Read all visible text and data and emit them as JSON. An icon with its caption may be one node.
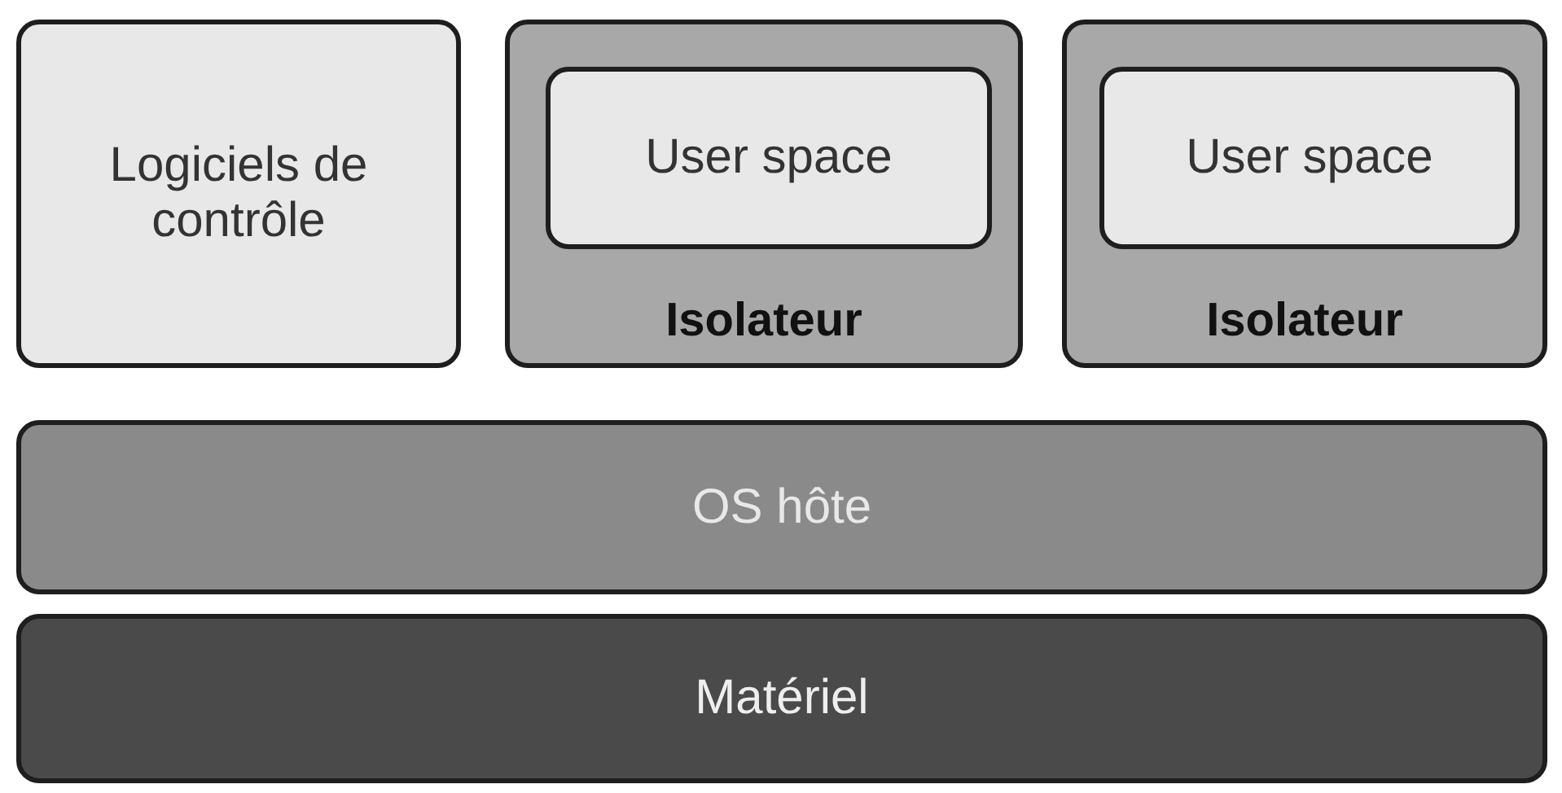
{
  "diagram": {
    "nodes": [
      {
        "text": [
          "Logiciels de contrôle"
        ]
      },
      {
        "text": [
          "Isolateur"
        ]
      },
      {
        "text": [
          "User space"
        ],
        "in": 1
      },
      {
        "text": [
          "Isolateur"
        ]
      },
      {
        "text": [
          "User space"
        ],
        "in": 3
      },
      {
        "text": [
          "OS hôte"
        ]
      },
      {
        "text": [
          "Matériel"
        ]
      }
    ]
  }
}
